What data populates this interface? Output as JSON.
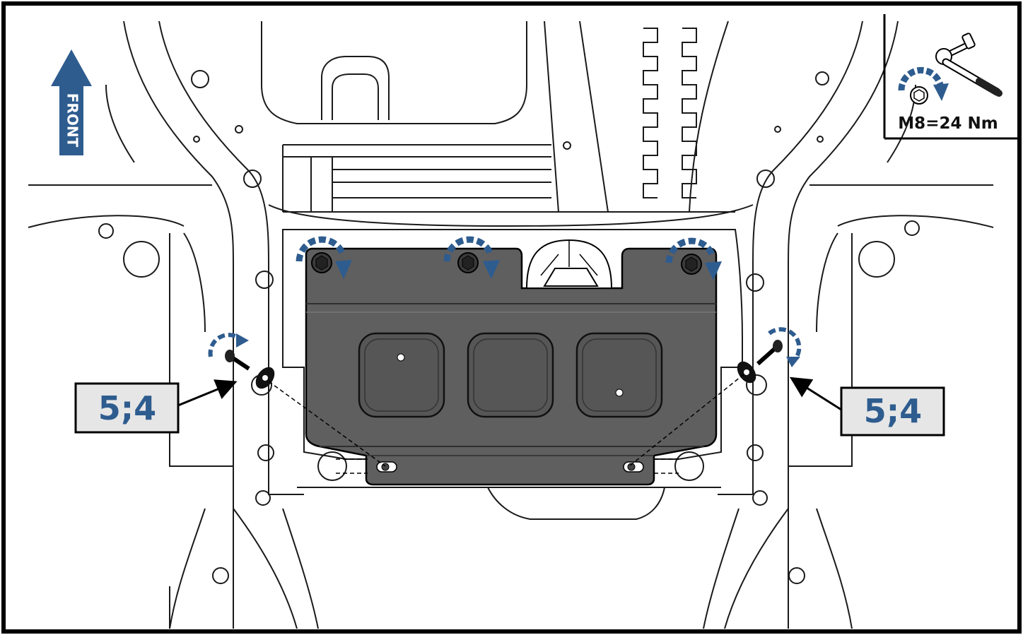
{
  "front_arrow": {
    "label": "FRONT",
    "color": "#2e5c8f"
  },
  "torque_spec": {
    "label": "M8=24 Nm",
    "icon": "torque-wrench-icon"
  },
  "callouts": [
    {
      "label": "5;4"
    },
    {
      "label": "5;4"
    }
  ],
  "colors": {
    "accent": "#2e5c8f",
    "plate": "#5f5f5f",
    "callout_bg": "#e6e6e6",
    "line": "#1a1a1a"
  }
}
